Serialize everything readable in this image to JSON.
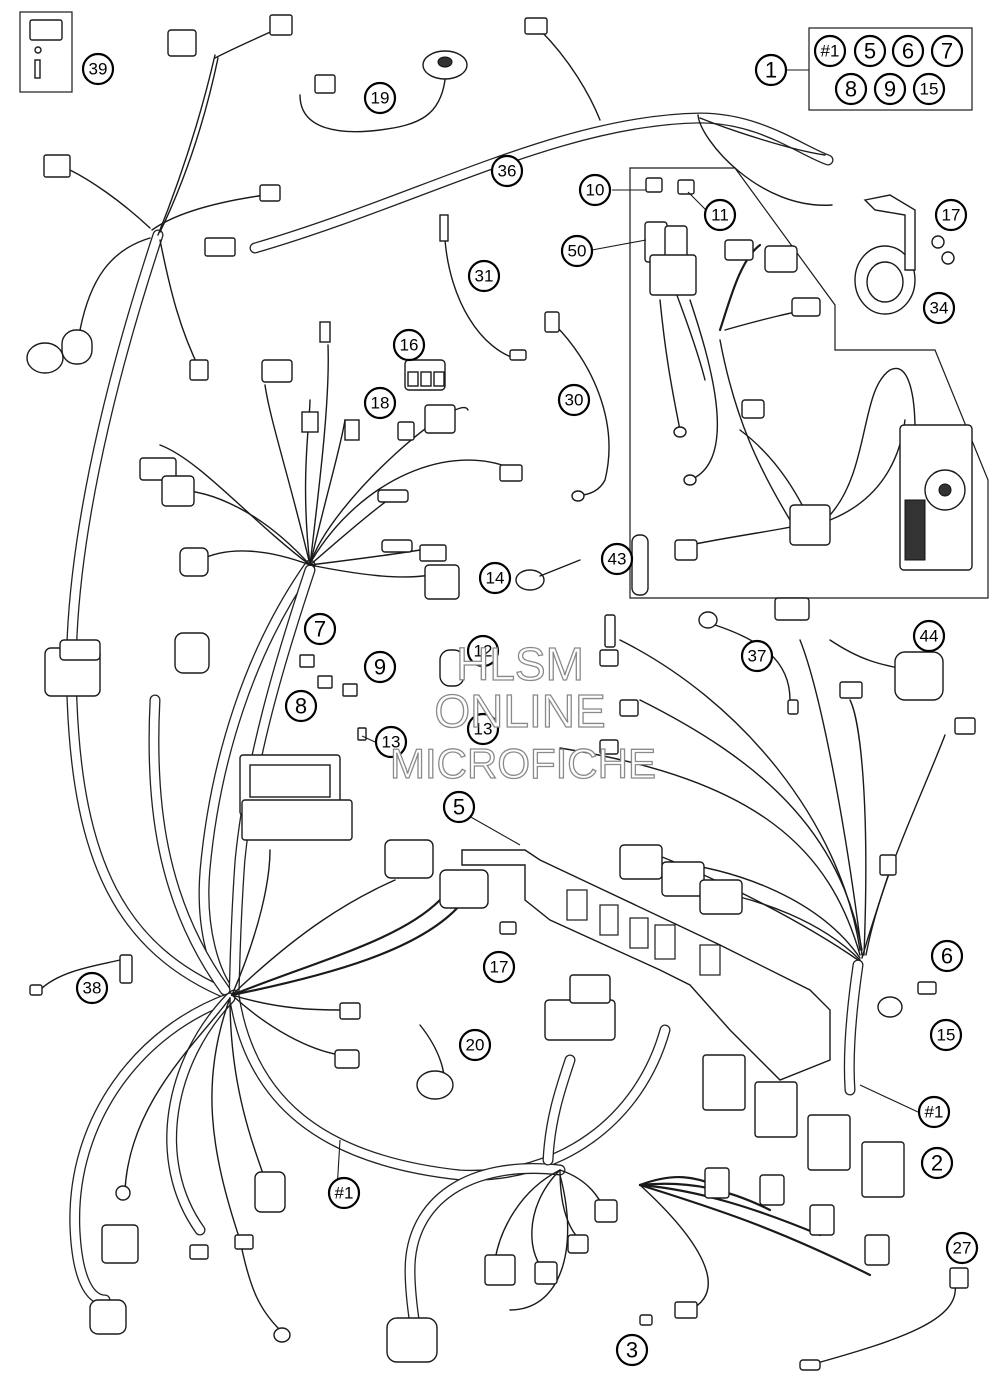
{
  "callouts": {
    "c1": "1",
    "c2": "2",
    "c3": "3",
    "c5": "5",
    "c6": "6",
    "c7": "7",
    "c8": "8",
    "c9": "9",
    "c10": "10",
    "c11": "11",
    "c12": "12",
    "c13a": "13",
    "c13b": "13",
    "c14": "14",
    "c15": "15",
    "c16": "16",
    "c17a": "17",
    "c17b": "17",
    "c18": "18",
    "c19": "19",
    "c20": "20",
    "c27": "27",
    "c30": "30",
    "c31": "31",
    "c34": "34",
    "c36": "36",
    "c37": "37",
    "c38": "38",
    "c39": "39",
    "c43": "43",
    "c44": "44",
    "c50": "50",
    "h1a": "#1",
    "h1b": "#1",
    "h1c": "#1",
    "k5": "5",
    "k6": "6",
    "k7": "7",
    "k8": "8",
    "k9": "9",
    "k15": "15"
  },
  "watermark": {
    "line1": "HLSM",
    "line2": "ONLINE",
    "line3": "MICROFICHE"
  }
}
